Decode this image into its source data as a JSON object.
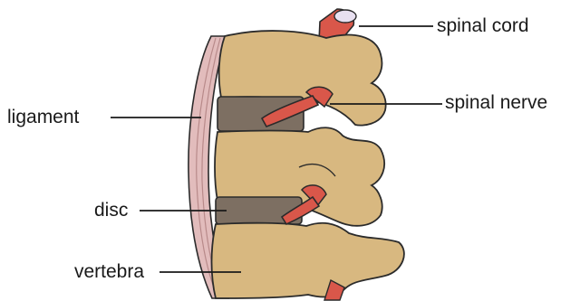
{
  "labels": {
    "spinal_cord": "spinal cord",
    "spinal_nerve": "spinal nerve",
    "ligament": "ligament",
    "disc": "disc",
    "vertebra": "vertebra"
  },
  "colors": {
    "bone": "#d8b880",
    "bone_outline": "#2b2b2b",
    "disc": "#7d6f62",
    "nerve": "#d9574a",
    "ligament": "#e2bcbc",
    "ligament_lines": "#b88a8a",
    "leader_line": "#1a1a1a"
  }
}
